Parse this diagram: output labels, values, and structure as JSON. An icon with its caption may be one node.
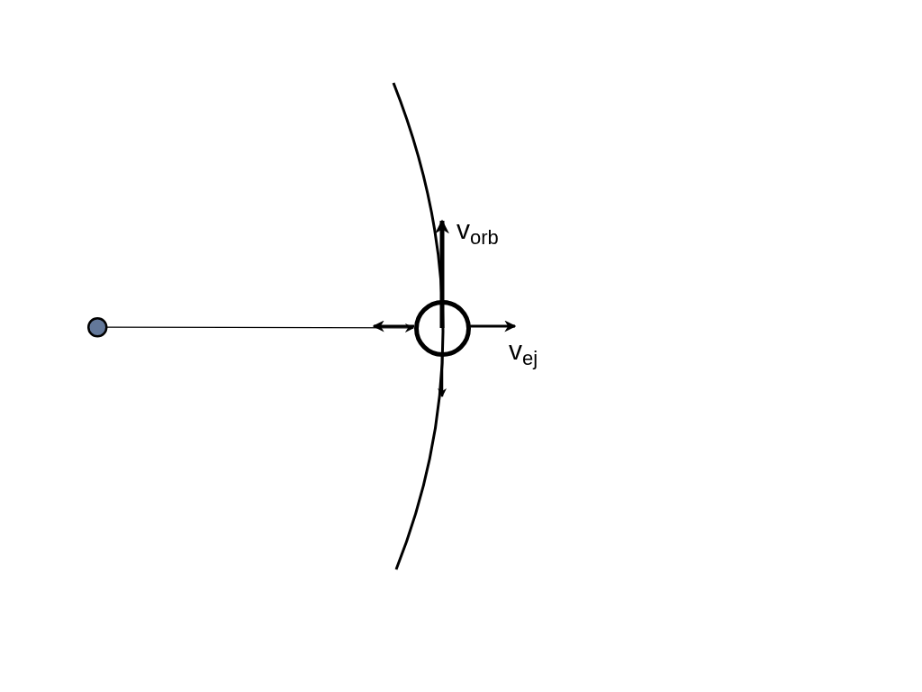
{
  "diagram": {
    "nodes": [
      {
        "text": [],
        "shape": "circle"
      },
      {
        "text": [],
        "shape": "circle"
      }
    ],
    "edges": [
      {
        "from": 0,
        "to": 1,
        "arrow": "to"
      }
    ],
    "labels": [
      "v$_{orb}$",
      "v$_{ej}$"
    ]
  }
}
